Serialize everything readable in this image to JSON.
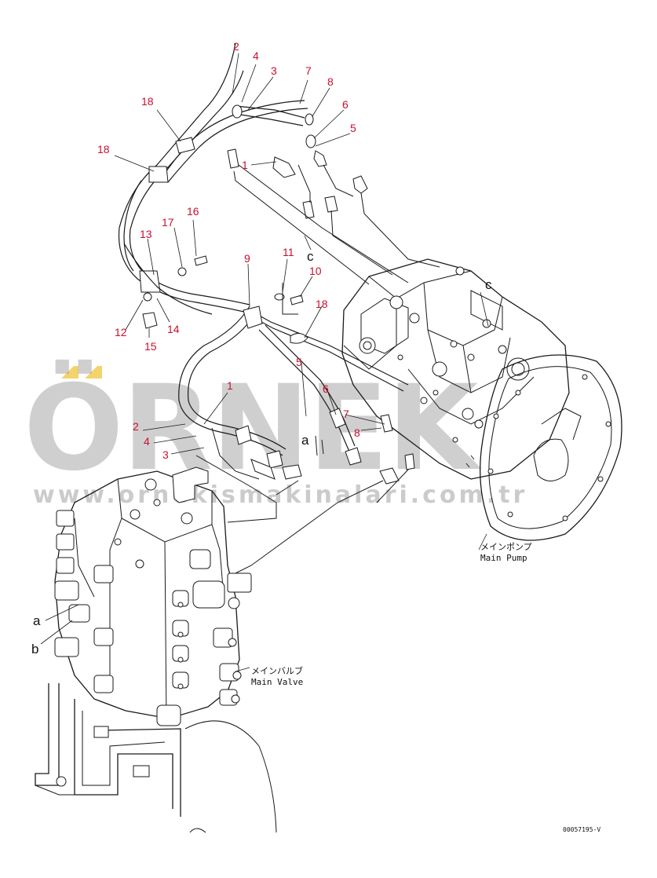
{
  "callouts": [
    {
      "label": "2"
    },
    {
      "label": "4"
    },
    {
      "label": "3"
    },
    {
      "label": "7"
    },
    {
      "label": "8"
    },
    {
      "label": "6"
    },
    {
      "label": "5"
    },
    {
      "label": "18"
    },
    {
      "label": "18"
    },
    {
      "label": "1"
    },
    {
      "label": "17"
    },
    {
      "label": "16"
    },
    {
      "label": "13"
    },
    {
      "label": "9"
    },
    {
      "label": "11"
    },
    {
      "label": "10"
    },
    {
      "label": "18"
    },
    {
      "label": "12"
    },
    {
      "label": "14"
    },
    {
      "label": "15"
    },
    {
      "label": "5"
    },
    {
      "label": "1"
    },
    {
      "label": "6"
    },
    {
      "label": "2"
    },
    {
      "label": "7"
    },
    {
      "label": "4"
    },
    {
      "label": "8"
    },
    {
      "label": "3"
    }
  ],
  "connection_letters": {
    "c_top": "c",
    "c_pump": "c",
    "a_mid": "a",
    "a_valve": "a",
    "b_valve": "b"
  },
  "components": {
    "main_pump_jp": "メインポンプ",
    "main_pump_en": "Main Pump",
    "main_valve_jp": "メインバルブ",
    "main_valve_en": "Main Valve"
  },
  "figure_code": "00057195-V",
  "watermark": {
    "brand": "ÖRNEK",
    "url": "www.ornekismakinalari.com.tr",
    "accent": "#f3d36b"
  },
  "colors": {
    "callout": "#c8102e",
    "line": "#1a1a1a"
  }
}
